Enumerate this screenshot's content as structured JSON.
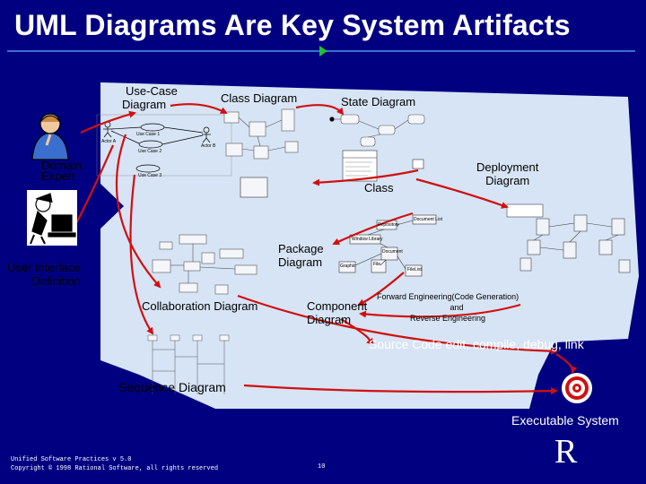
{
  "slide": {
    "title": "UML Diagrams Are Key System Artifacts",
    "colors": {
      "background": "#000080",
      "canvas": "#d7e4f5",
      "arrow": "#d01010",
      "accent": "#20c030"
    }
  },
  "labels": {
    "use_case": [
      "Use-Case",
      "Diagram"
    ],
    "class_diagram": "Class Diagram",
    "state_diagram": "State Diagram",
    "domain_expert": [
      "Domain",
      "Expert"
    ],
    "deployment": [
      "Deployment",
      "Diagram"
    ],
    "class": "Class",
    "package": [
      "Package",
      "Diagram"
    ],
    "ui_definition": [
      "User Interface",
      "Definition"
    ],
    "collaboration": "Collaboration Diagram",
    "component": [
      "Component",
      "Diagram"
    ],
    "forward_eng": [
      "Forward Engineering(Code Generation)",
      "and",
      "Reverse Engineering"
    ],
    "source_code": "Source Code edit, compile, debug, link",
    "sequence": "Sequence Diagram",
    "executable": "Executable System"
  },
  "mini_labels": {
    "usecase_items": [
      "Use Case 1",
      "Use Case 2",
      "Use Case 3"
    ],
    "actors": [
      "Actor A",
      "Actor B"
    ],
    "package_items": [
      "Repository",
      "Document List",
      "Window Library",
      "Document",
      "Graphic",
      "File",
      "FileList"
    ]
  },
  "footer": {
    "line1": "Unified Software Practices v 5.0",
    "line2": "Copyright © 1998 Rational Software, all rights reserved",
    "page": "10",
    "logo": "R"
  },
  "icons": {
    "domain_expert": "thinking-person-icon",
    "ui_designer": "person-at-computer-icon",
    "target": "target-icon"
  }
}
